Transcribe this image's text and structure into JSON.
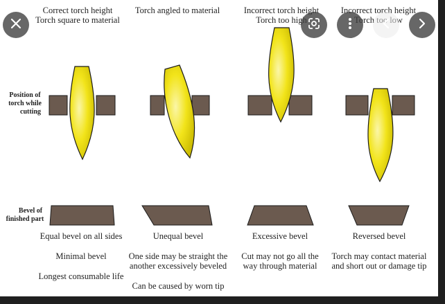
{
  "diagram": {
    "columns": [
      {
        "header_line1": "Correct torch height",
        "header_line2": "Torch square to material",
        "result_title": "Equal bevel on all sides",
        "note1_line1": "Minimal bevel",
        "note1_line2": "",
        "note2_line1": "Longest consumable life"
      },
      {
        "header_line1": "Torch angled to material",
        "header_line2": "",
        "result_title": "Unequal bevel",
        "note1_line1": "One side may be straight the",
        "note1_line2": "another excessively beveled",
        "note2_line1": "Can be caused by worn tip"
      },
      {
        "header_line1": "Incorrect torch height",
        "header_line2": "Torch too high",
        "result_title": "Excessive bevel",
        "note1_line1": "Cut may not go all the",
        "note1_line2": "way through material",
        "note2_line1": ""
      },
      {
        "header_line1": "Incorrect torch height",
        "header_line2": "Torch too low",
        "result_title": "Reversed bevel",
        "note1_line1": "Torch may contact material",
        "note1_line2": "and short out or damage tip",
        "note2_line1": ""
      }
    ],
    "row_labels": {
      "position_line1": "Position of",
      "position_line2": "torch while",
      "position_line3": "cutting",
      "bevel_line1": "Bevel of",
      "bevel_line2": "finished part"
    },
    "colors": {
      "plate": "#6b5a4f",
      "torch_fill": "#f2e41a",
      "torch_highlight": "#fbf6a8",
      "outline": "#1a1a1a"
    }
  },
  "viewer": {
    "close_icon": "close-icon",
    "lens_icon": "google-lens-icon",
    "more_icon": "more-vertical-icon",
    "prev_icon": "chevron-left-icon",
    "next_icon": "chevron-right-icon"
  }
}
